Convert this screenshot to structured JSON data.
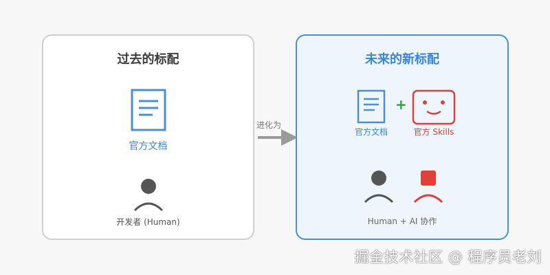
{
  "past": {
    "title": "过去的标配",
    "doc_label": "官方文档",
    "person_label": "开发者 (Human)"
  },
  "transition": {
    "label": "进化为"
  },
  "future": {
    "title": "未来的新标配",
    "doc_label": "官方文档",
    "plus": "+",
    "skills_label": "官方 Skills",
    "collab_label": "Human + AI 协作"
  },
  "watermark": "掘金技术社区 @ 程序员老刘",
  "colors": {
    "blue": "#4a8fd6",
    "red": "#e0403a",
    "green": "#2ea043",
    "gray": "#555555",
    "arrow": "#9a9a9a"
  },
  "icons": {
    "past_doc": "document-icon",
    "past_person": "person-icon",
    "future_doc": "document-icon",
    "future_plus": "plus-icon",
    "future_skills": "robot-face-icon",
    "future_human": "person-icon",
    "future_ai": "robot-person-icon"
  }
}
